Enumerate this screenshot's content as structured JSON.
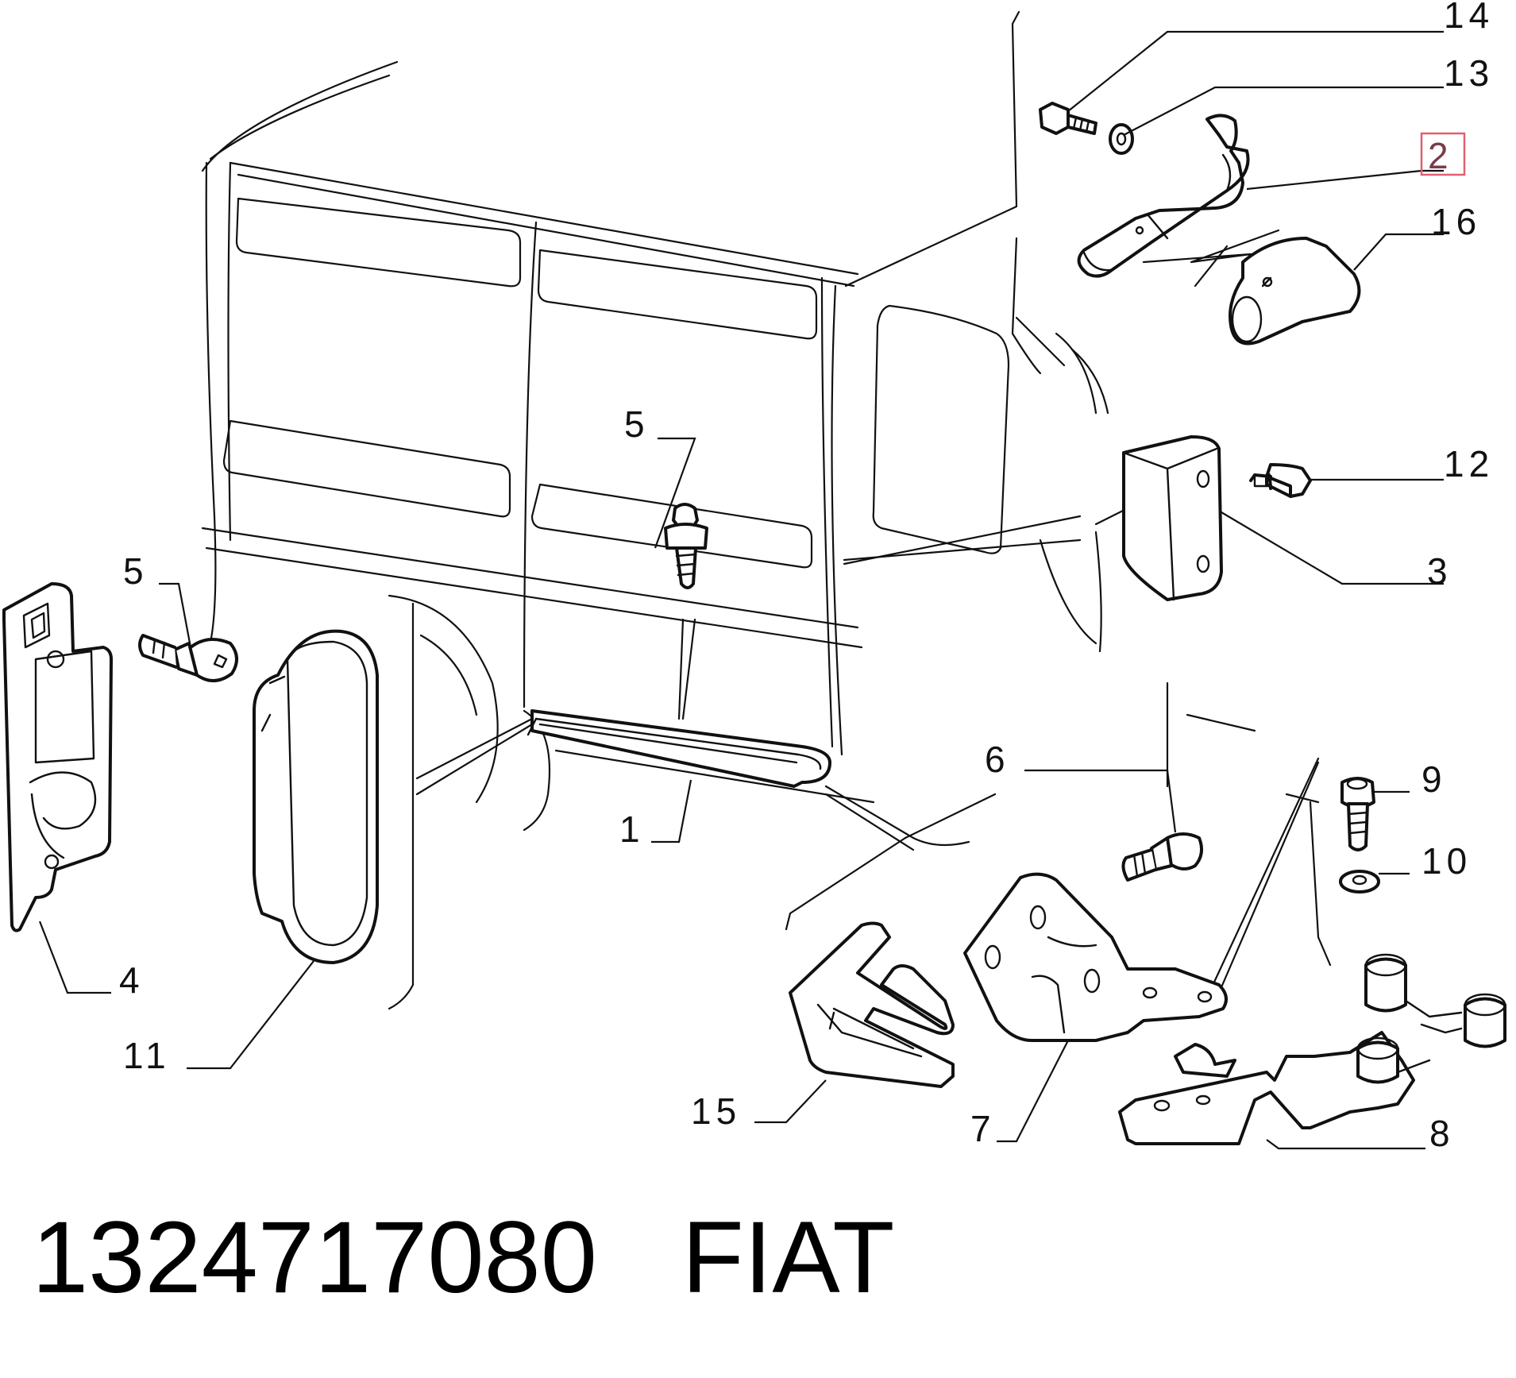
{
  "callouts": {
    "c1": "1",
    "c2": "2",
    "c3": "3",
    "c4": "4",
    "c5a": "5",
    "c5b": "5",
    "c6": "6",
    "c7": "7",
    "c8": "8",
    "c9": "9",
    "c10": "10",
    "c11": "11",
    "c12": "12",
    "c13": "13",
    "c14": "14",
    "c15": "15",
    "c16": "16"
  },
  "highlighted_part": "2",
  "highlight_color": "#e06070",
  "footer": {
    "part_number": "1324717080",
    "brand": "FIAT"
  }
}
